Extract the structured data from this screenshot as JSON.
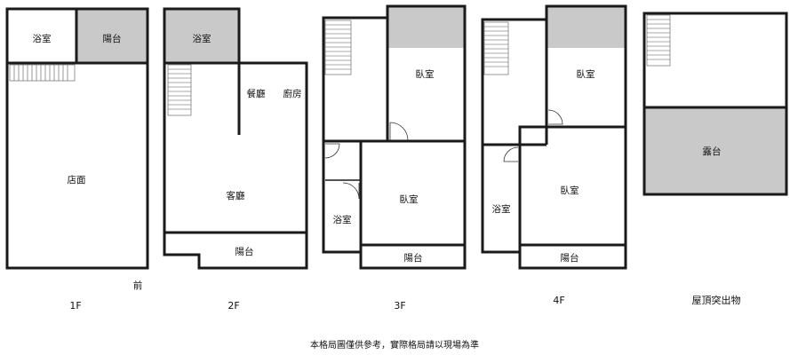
{
  "plans": [
    {
      "floor_label": "1F",
      "rooms": {
        "bath": "浴室",
        "balcony": "陽台",
        "store": "店面"
      },
      "front_label": "前"
    },
    {
      "floor_label": "2F",
      "rooms": {
        "bath": "浴室",
        "dining": "餐廳",
        "kitchen": "廚房",
        "living": "客廳",
        "balcony": "陽台"
      }
    },
    {
      "floor_label": "3F",
      "rooms": {
        "bedroom_rear": "臥室",
        "bedroom_front": "臥室",
        "bath": "浴室",
        "balcony": "陽台"
      }
    },
    {
      "floor_label": "4F",
      "rooms": {
        "bedroom_rear": "臥室",
        "bedroom_front": "臥室",
        "bath": "浴室",
        "balcony": "陽台"
      }
    },
    {
      "floor_label": "屋頂突出物",
      "rooms": {
        "terrace": "露台"
      }
    }
  ],
  "disclaimer": "本格局圖僅供參考，實際格局請以現場為準",
  "colors": {
    "wall": "#1a1a1a",
    "shaded_area": "#c9c9c9",
    "background": "#ffffff"
  }
}
